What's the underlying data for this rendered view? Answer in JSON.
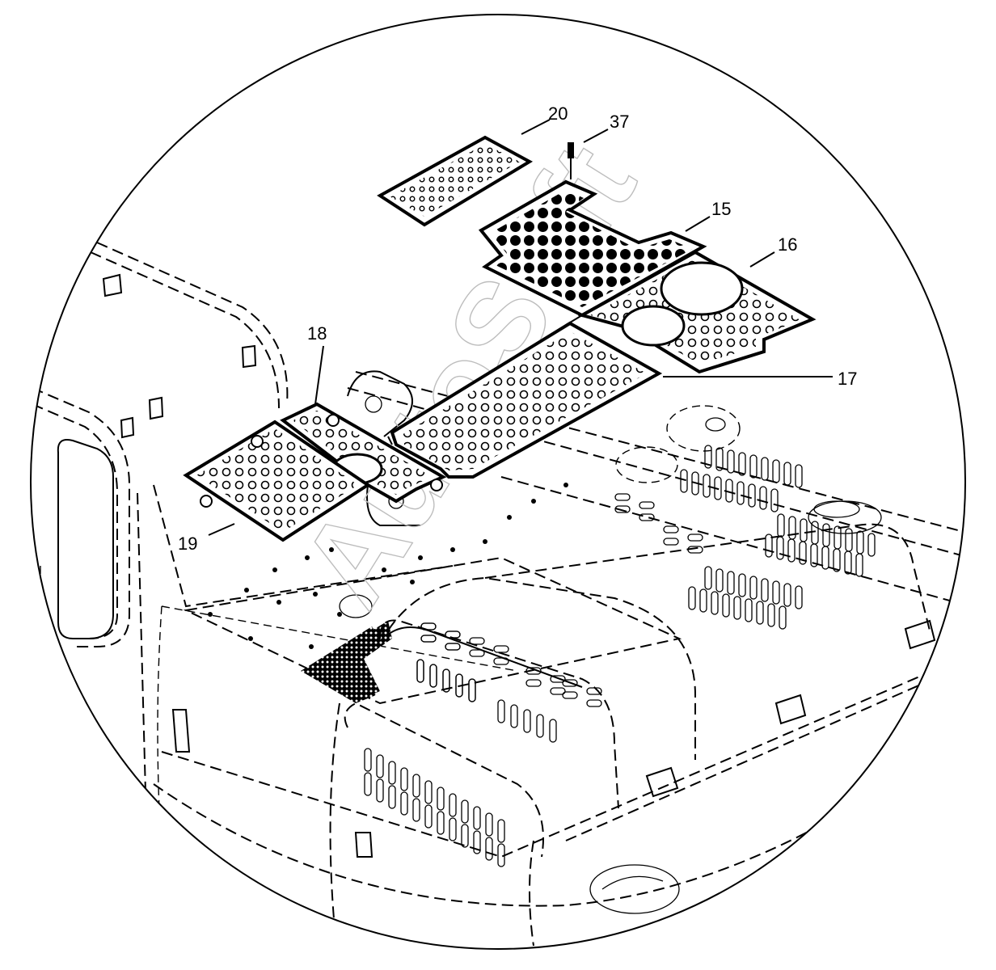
{
  "diagram": {
    "callouts": {
      "c20": "20",
      "c37": "37",
      "c15": "15",
      "c16": "16",
      "c17": "17",
      "c18": "18",
      "c19": "19"
    },
    "watermark": "AutoSoft"
  }
}
